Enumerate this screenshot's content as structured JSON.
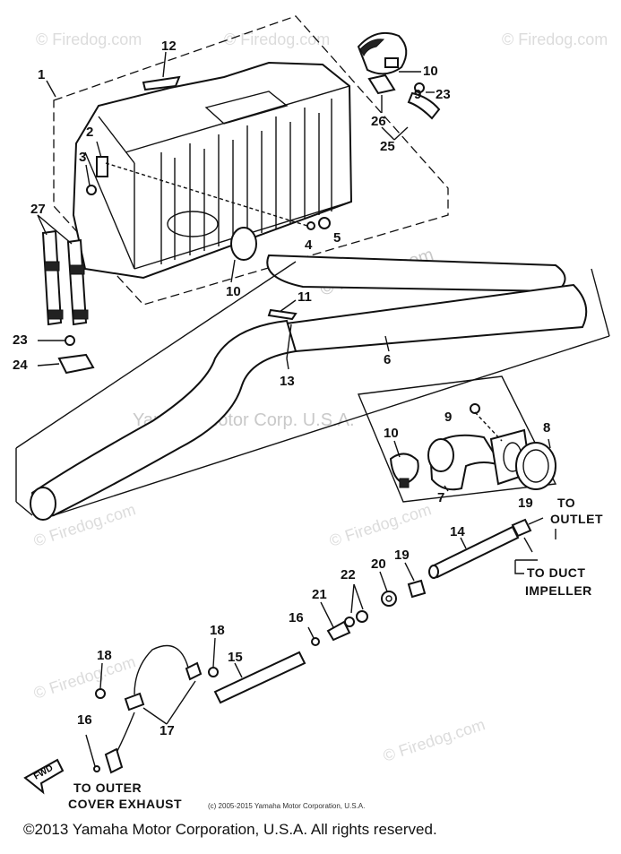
{
  "callouts": {
    "c1": "1",
    "c2": "2",
    "c3": "3",
    "c4": "4",
    "c5": "5",
    "c6": "6",
    "c7": "7",
    "c8": "8",
    "c9": "9",
    "c9b": "9",
    "c10a": "10",
    "c10b": "10",
    "c10c": "10",
    "c11": "11",
    "c12": "12",
    "c13": "13",
    "c14": "14",
    "c15": "15",
    "c16a": "16",
    "c16b": "16",
    "c17": "17",
    "c18a": "18",
    "c18b": "18",
    "c19a": "19",
    "c19b": "19",
    "c20": "20",
    "c21": "21",
    "c22": "22",
    "c23a": "23",
    "c23b": "23",
    "c24": "24",
    "c25": "25",
    "c26": "26",
    "c27": "27"
  },
  "notes": {
    "to_outlet_1": "TO",
    "to_outlet_2": "OUTLET",
    "to_duct_1": "TO DUCT",
    "to_duct_2": "IMPELLER",
    "to_outer_1": "TO OUTER",
    "to_outer_2": "COVER EXHAUST",
    "fwd": "FWD"
  },
  "watermarks": {
    "firedog": "© Firedog.com",
    "yamaha": "Yamaha Motor Corp. U.S.A."
  },
  "footer": {
    "small_copyright": "(c) 2005-2015 Yamaha Motor Corporation, U.S.A.",
    "copyright": "©2013 Yamaha Motor Corporation, U.S.A. All rights reserved."
  }
}
